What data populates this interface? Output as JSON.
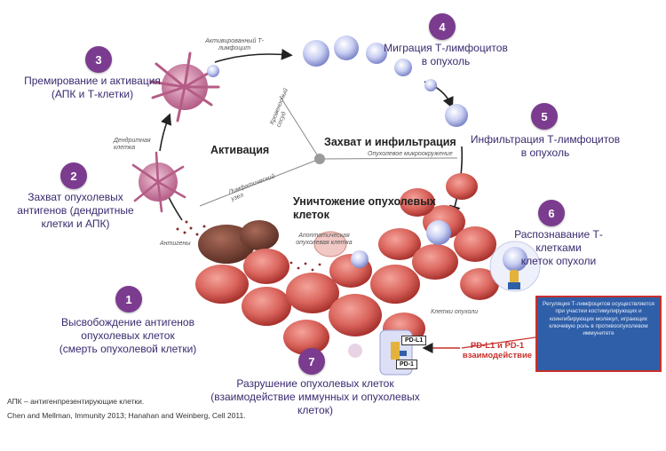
{
  "steps": [
    {
      "num": "1",
      "label_l1": "Высвобождение антигенов",
      "label_l2": "опухолевых клеток",
      "label_l3": "(смерть опухолевой клетки)"
    },
    {
      "num": "2",
      "label_l1": "Захват опухолевых",
      "label_l2": "антигенов (дендритные",
      "label_l3": "клетки и АПК)"
    },
    {
      "num": "3",
      "label_l1": "Премирование и активация",
      "label_l2": "(АПК и Т-клетки)"
    },
    {
      "num": "4",
      "label_l1": "Миграция Т-лимфоцитов",
      "label_l2": "в опухоль"
    },
    {
      "num": "5",
      "label_l1": "Инфильтрация Т-лимфоцитов",
      "label_l2": "в опухоль"
    },
    {
      "num": "6",
      "label_l1": "Распознавание Т-клетками",
      "label_l2": "клеток опухоли"
    },
    {
      "num": "7",
      "label_l1": "Разрушение опухолевых клеток",
      "label_l2": "(взаимодействие иммунных и опухолевых клеток)"
    }
  ],
  "phases": {
    "activation": "Активация",
    "capture": "Захват и инфильтрация",
    "destruction_l1": "Уничтожение опухолевых",
    "destruction_l2": "клеток"
  },
  "small_labels": {
    "activated_t": "Активированный Т-лимфоцит",
    "dendritic": "Дендритная клетка",
    "antigens": "Антигены",
    "lymph_node": "Лимфатический узел",
    "vessel": "Кровеносный сосуд",
    "microenv": "Опухолевое микроокружение",
    "apoptotic": "Апоптотическая опухолевая клетка",
    "tumor_cells": "Клетки опухоли"
  },
  "pd": {
    "pdl1_tag": "PD-L1",
    "pd1_tag": "PD-1",
    "interaction_l1": "PD-L1 и PD-1",
    "interaction_l2": "взаимодействие"
  },
  "info_box": "Регуляция Т-лимфоцитов осуществляется при участии костимулирующих и коингибирующих молекул, играющих ключевую роль в противоопухолевом иммунитете",
  "footer": {
    "note": "АПК – антигенпрезентирующие клетки.",
    "refs": "Chen and Mellman, Immunity 2013; Hanahan and Weinberg, Cell 2011."
  },
  "colors": {
    "step_badge": "#7b3c8f",
    "label_text": "#3a2a6e",
    "tumor": "#d9645c",
    "info_box": "#2f5fa8",
    "accent_red": "#c9302c"
  }
}
